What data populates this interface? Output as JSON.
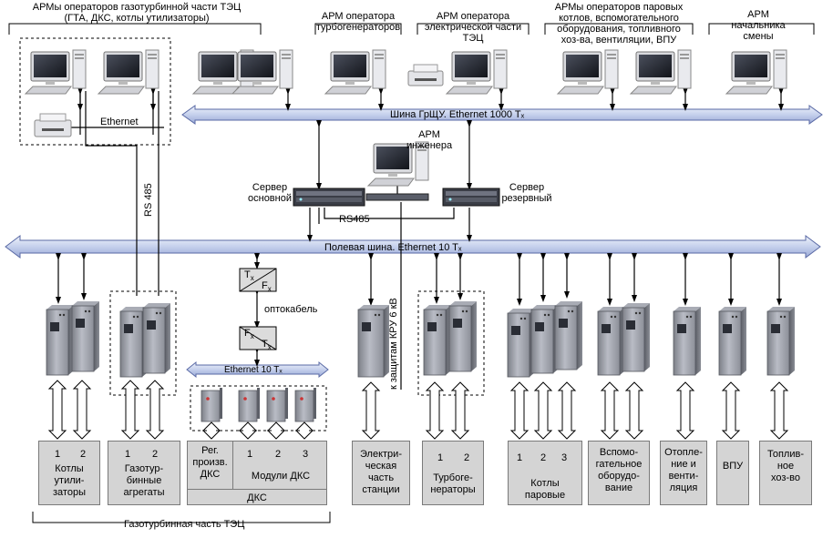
{
  "top_labels": {
    "gt_operators": [
      "АРМы операторов газотурбинной части ТЭЦ",
      "(ГТА, ДКС, котлы утилизаторы)"
    ],
    "turbo_operator": [
      "АРМ оператора",
      "турбогенераторов"
    ],
    "electric_operator": [
      "АРМ оператора",
      "электрической части",
      "ТЭЦ"
    ],
    "boiler_operators": [
      "АРМы операторов паровых",
      "котлов, вспомогательного",
      "оборудования, топливного",
      "хоз-ва, вентиляции, ВПУ"
    ],
    "shift_head": [
      "АРМ",
      "начальника",
      "смены"
    ]
  },
  "ethernet_local": "Ethernet",
  "rs485_vertical": "RS 485",
  "bus_top": "Шина ГрЩУ. Ethernet 1000 Tₓ",
  "engineer": [
    "АРМ",
    "инженера"
  ],
  "server_main": [
    "Сервер",
    "основной"
  ],
  "server_backup": [
    "Сервер",
    "резервный"
  ],
  "rs485_servers": "RS485",
  "bus_field": "Полевая шина.   Ethernet 10 Tₓ",
  "optocable": "оптокабель",
  "tx": "T",
  "fx": "F",
  "sub_x": "x",
  "eth10_small": "Ethernet 10 Tₓ",
  "kru_label": "к защитам КРУ 6 кВ",
  "boxes": {
    "kotly_util": {
      "nums": [
        "1",
        "2"
      ],
      "text": [
        "Котлы",
        "утили-",
        "заторы"
      ]
    },
    "gaz_agr": {
      "nums": [
        "1",
        "2"
      ],
      "text": [
        "Газотур-",
        "бинные",
        "агрегаты"
      ]
    },
    "reg_dks": [
      "Рег.",
      "произв.",
      "ДКС"
    ],
    "moduli_nums": [
      "1",
      "2",
      "3"
    ],
    "moduli_dks": "Модули ДКС",
    "dks": "ДКС",
    "elektr": [
      "Электри-",
      "ческая",
      "часть",
      "станции"
    ],
    "turbogen": {
      "nums": [
        "1",
        "2"
      ],
      "text": [
        "Турбоге-",
        "нераторы"
      ]
    },
    "kotly_par": {
      "nums": [
        "1",
        "2",
        "3"
      ],
      "text": [
        "Котлы",
        "паровые"
      ]
    },
    "vspom": [
      "Вспомо-",
      "гательное",
      "оборудо-",
      "вание"
    ],
    "otopl": [
      "Отопле-",
      "ние и",
      "венти-",
      "ляция"
    ],
    "vpu": "ВПУ",
    "topliv": [
      "Топлив-",
      "ное",
      "хоз-во"
    ]
  },
  "gt_part": "Газотурбинная часть ТЭЦ"
}
